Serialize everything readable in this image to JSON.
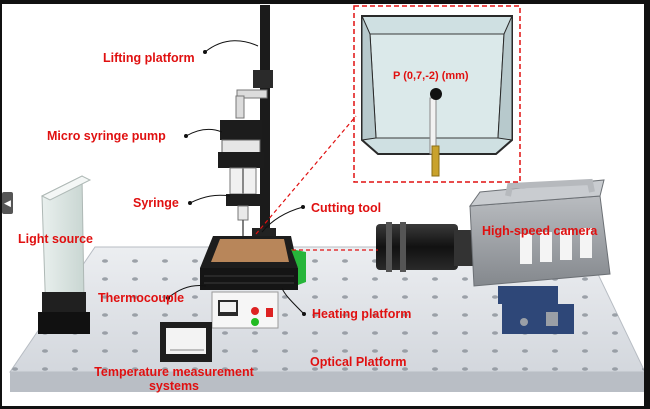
{
  "labels": {
    "lifting_platform": "Lifting platform",
    "micro_syringe_pump": "Micro syringe pump",
    "syringe": "Syringe",
    "cutting_tool": "Cutting tool",
    "light_source": "Light source",
    "high_speed_camera": "High-speed camera",
    "thermocouple": "Thermocouple",
    "heating_platform": "Heating platform",
    "optical_platform": "Optical Platform",
    "temperature_measurement_line1": "Temperature measurement",
    "temperature_measurement_line2": "systems"
  },
  "inset": {
    "point_label": "P (0,7,-2) (mm)"
  },
  "colors": {
    "label_red": "#e01010",
    "platform_gray": "#d9dde3",
    "camera_blue": "#2e4778",
    "heater_green": "#27b53a"
  },
  "icons": {
    "side_tab": "chevron-left-icon"
  }
}
